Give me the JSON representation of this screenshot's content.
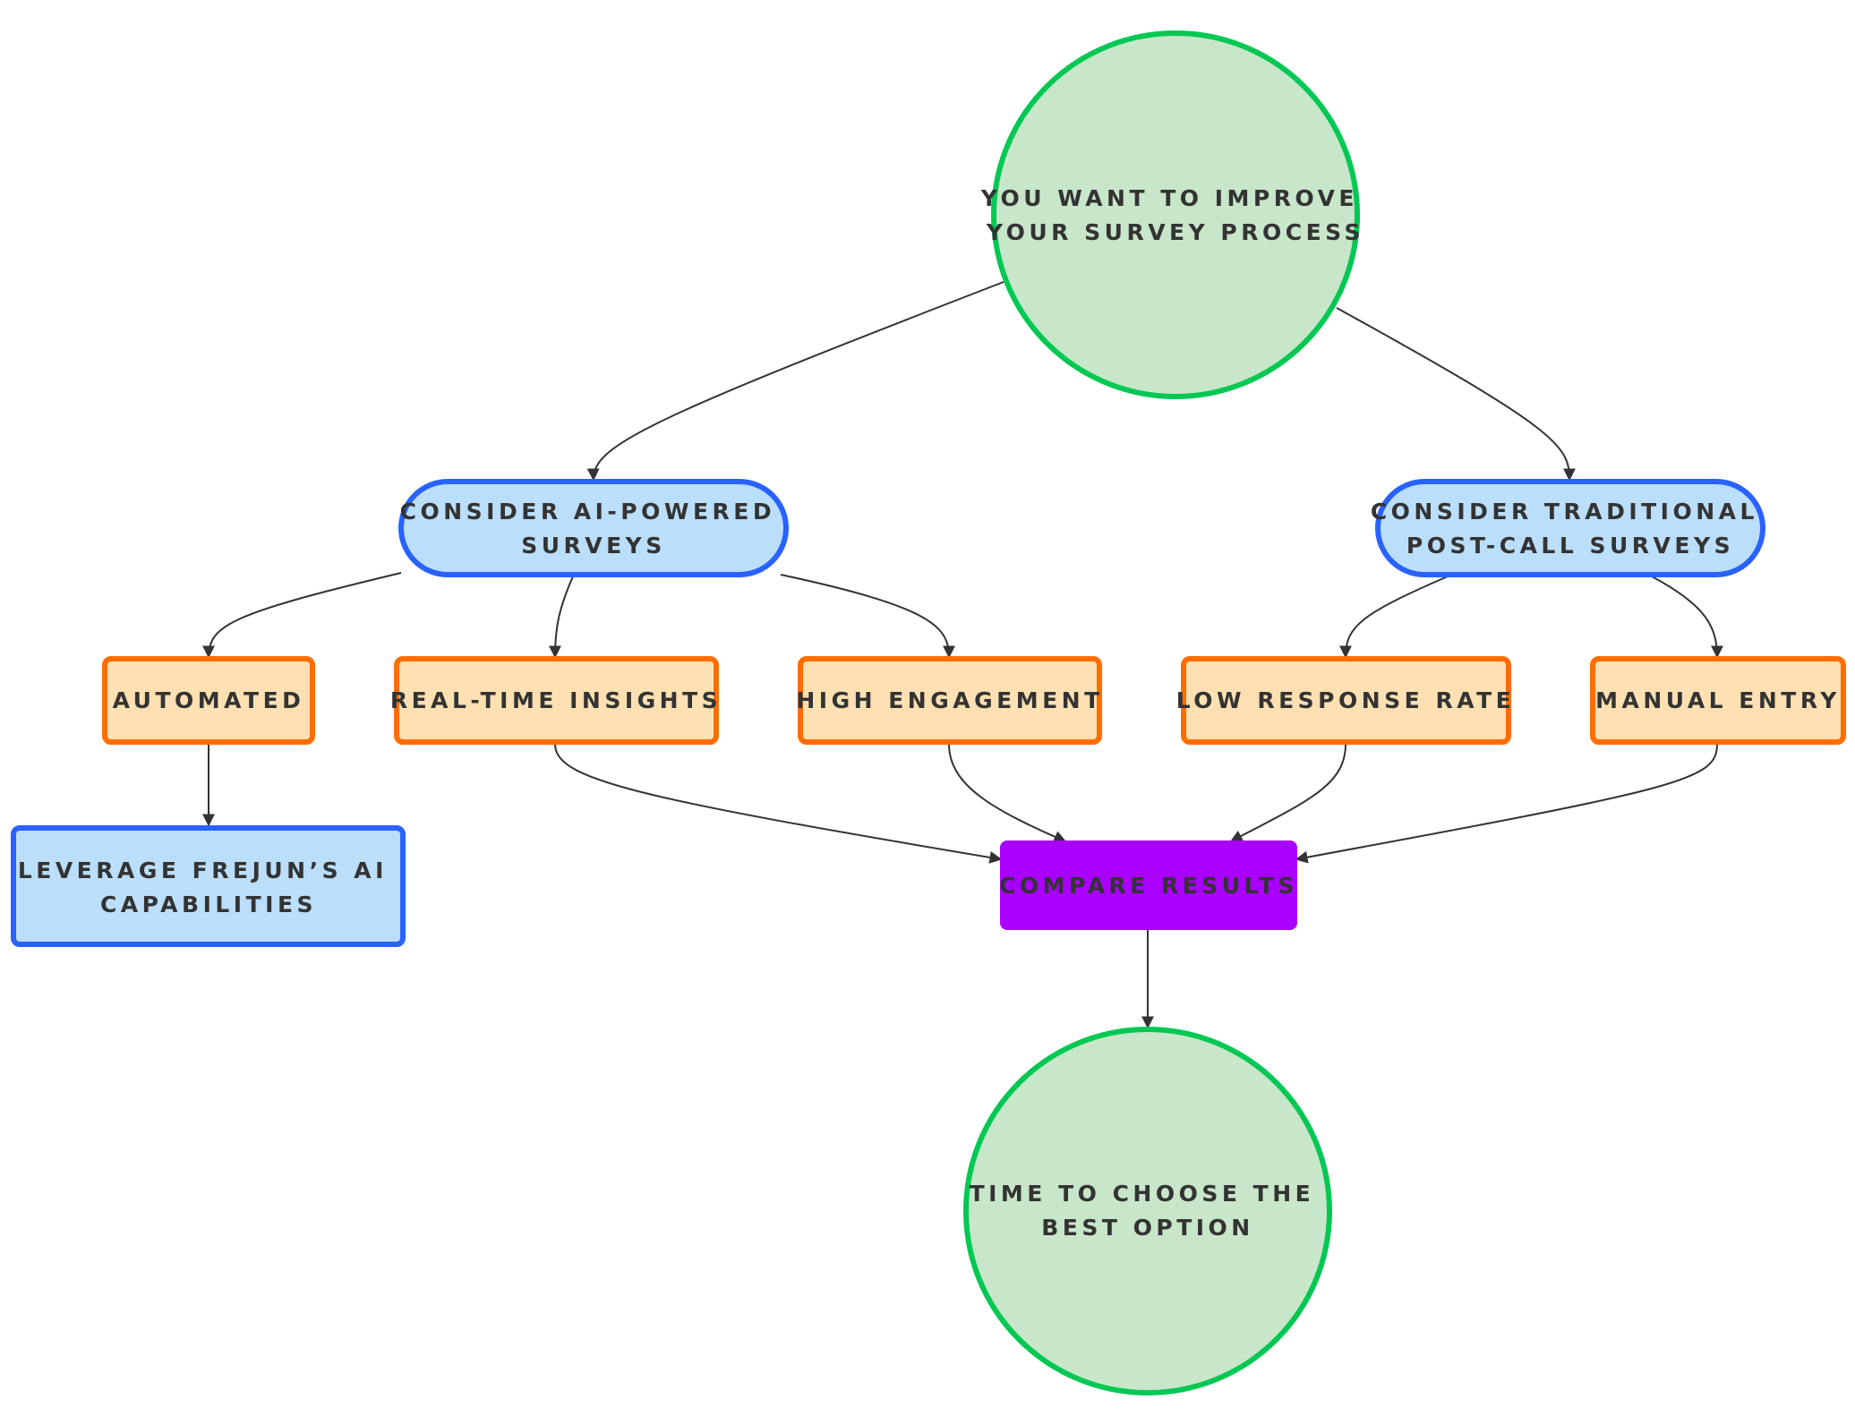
{
  "diagram": {
    "nodes": {
      "start": {
        "lines": [
          "YOU WANT TO IMPROVE",
          "YOUR SURVEY PROCESS"
        ]
      },
      "ai": {
        "lines": [
          "CONSIDER AI-POWERED",
          "SURVEYS"
        ]
      },
      "traditional": {
        "lines": [
          "CONSIDER TRADITIONAL",
          "POST-CALL SURVEYS"
        ]
      },
      "automated": {
        "lines": [
          "AUTOMATED"
        ]
      },
      "realtime": {
        "lines": [
          "REAL-TIME INSIGHTS"
        ]
      },
      "engagement": {
        "lines": [
          "HIGH ENGAGEMENT"
        ]
      },
      "lowresponse": {
        "lines": [
          "LOW RESPONSE RATE"
        ]
      },
      "manual": {
        "lines": [
          "MANUAL ENTRY"
        ]
      },
      "leverage": {
        "lines": [
          "LEVERAGE FREJUN’S AI",
          "CAPABILITIES"
        ]
      },
      "compare": {
        "lines": [
          "COMPARE RESULTS"
        ]
      },
      "choose": {
        "lines": [
          "TIME TO CHOOSE THE",
          "BEST OPTION"
        ]
      }
    },
    "colors": {
      "start_fill": "#c8e6c9",
      "start_stroke": "#00c853",
      "blue_fill": "#bbdefb",
      "blue_stroke": "#2962ff",
      "orange_fill": "#ffe0b2",
      "orange_stroke": "#ff6d00",
      "purple_fill": "#aa00ff",
      "text": "#333333",
      "edge": "#333333"
    }
  }
}
